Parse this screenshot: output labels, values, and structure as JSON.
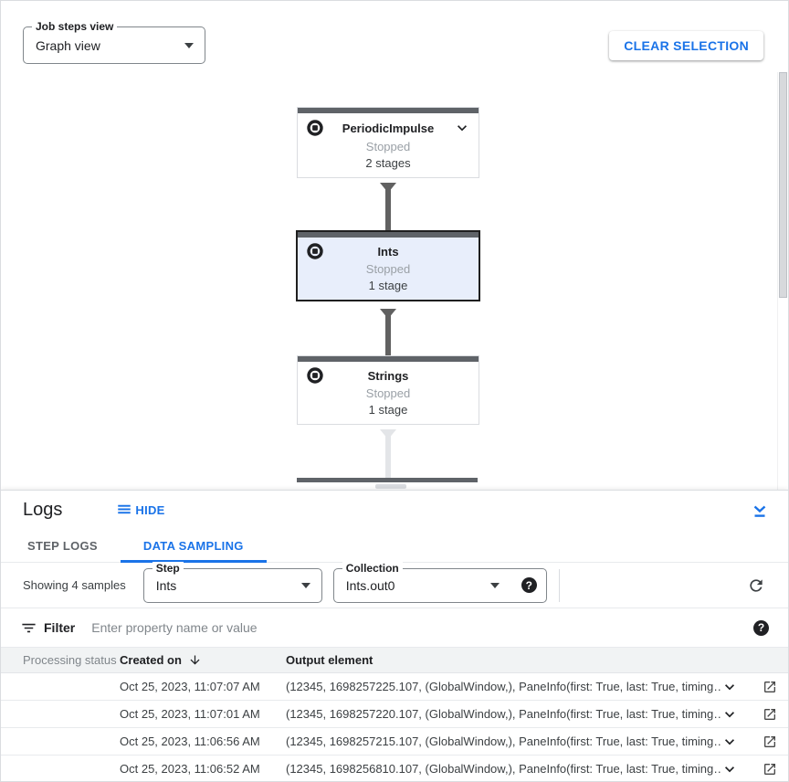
{
  "header": {
    "job_steps_view": {
      "label": "Job steps view",
      "value": "Graph view"
    },
    "clear_selection_label": "CLEAR SELECTION"
  },
  "graph": {
    "nodes": [
      {
        "name": "PeriodicImpulse",
        "status": "Stopped",
        "stages": "2 stages"
      },
      {
        "name": "Ints",
        "status": "Stopped",
        "stages": "1 stage"
      },
      {
        "name": "Strings",
        "status": "Stopped",
        "stages": "1 stage"
      }
    ]
  },
  "logs": {
    "title": "Logs",
    "hide_label": "HIDE",
    "tabs": {
      "step_logs": "STEP LOGS",
      "data_sampling": "DATA SAMPLING"
    },
    "sampling": {
      "showing": "Showing 4 samples",
      "step": {
        "label": "Step",
        "value": "Ints"
      },
      "collection": {
        "label": "Collection",
        "value": "Ints.out0"
      },
      "help_glyph": "?"
    },
    "filter": {
      "label": "Filter",
      "placeholder": "Enter property name or value",
      "help_glyph": "?"
    },
    "table": {
      "columns": {
        "status": "Processing status",
        "created": "Created on",
        "output": "Output element"
      },
      "rows": [
        {
          "created": "Oct 25, 2023, 11:07:07 AM",
          "output": "(12345, 1698257225.107, (GlobalWindow,), PaneInfo(first: True, last: True, timing…"
        },
        {
          "created": "Oct 25, 2023, 11:07:01 AM",
          "output": "(12345, 1698257220.107, (GlobalWindow,), PaneInfo(first: True, last: True, timing…"
        },
        {
          "created": "Oct 25, 2023, 11:06:56 AM",
          "output": "(12345, 1698257215.107, (GlobalWindow,), PaneInfo(first: True, last: True, timing…"
        },
        {
          "created": "Oct 25, 2023, 11:06:52 AM",
          "output": "(12345, 1698256810.107, (GlobalWindow,), PaneInfo(first: True, last: True, timing…"
        }
      ]
    }
  },
  "colors": {
    "accent": "#1a73e8",
    "node_topbar": "#5f6368",
    "selected_node_bg": "#e8eefb"
  }
}
